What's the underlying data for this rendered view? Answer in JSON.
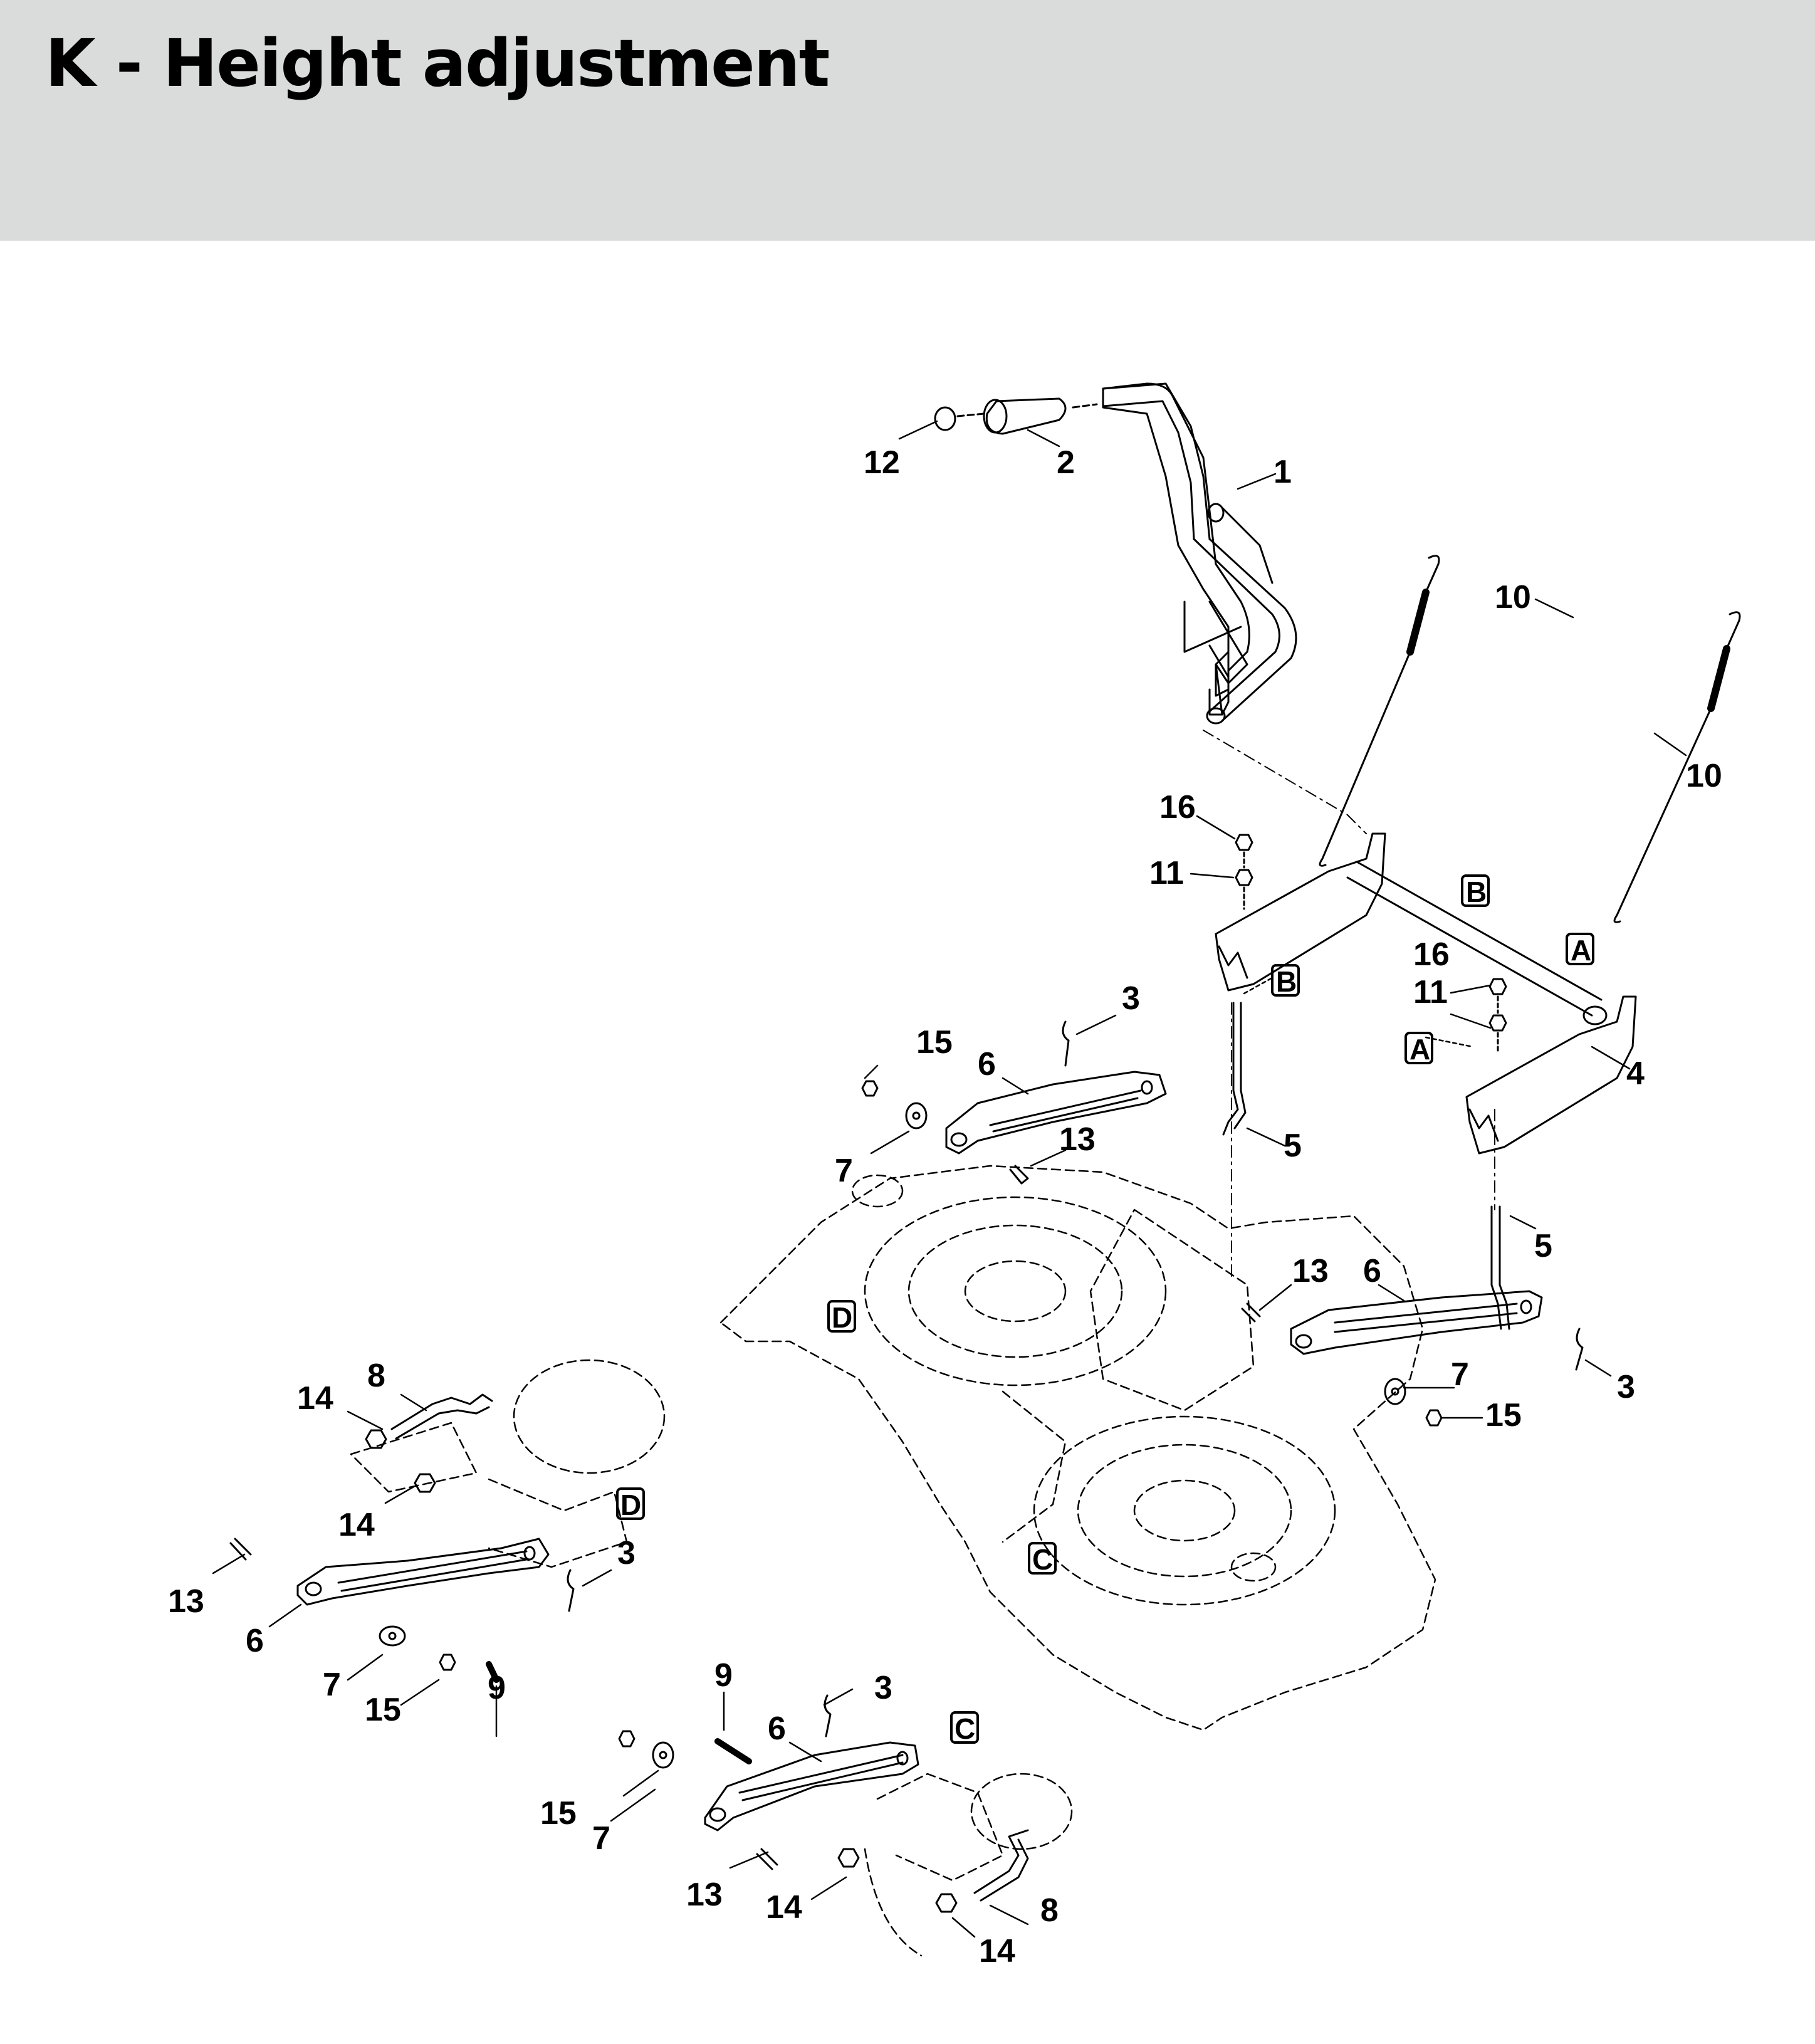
{
  "header": {
    "title": "K - Height adjustment"
  },
  "diagram": {
    "callouts": {
      "c1": "1",
      "c2": "2",
      "c12": "12",
      "c10a": "10",
      "c10b": "10",
      "c16a": "16",
      "c11a": "11",
      "c16b": "16",
      "c11b": "11",
      "c4": "4",
      "c3a": "3",
      "c15a": "15",
      "c6a": "6",
      "c7a": "7",
      "c13a": "13",
      "c5a": "5",
      "c5b": "5",
      "c13b": "13",
      "c6b": "6",
      "c3b": "3",
      "c7b": "7",
      "c15b": "15",
      "c8a": "8",
      "c14a": "14",
      "c14b": "14",
      "c3c": "3",
      "c13c": "13",
      "c6c": "6",
      "c7c": "7",
      "c15c": "15",
      "c9a": "9",
      "c9b": "9",
      "c3d": "3",
      "c6d": "6",
      "c15d": "15",
      "c7d": "7",
      "c13d": "13",
      "c14c": "14",
      "c8b": "8",
      "c14d": "14"
    },
    "refs": {
      "rB1": "B",
      "rA1": "A",
      "rB2": "B",
      "rA2": "A",
      "rD1": "D",
      "rC1": "C",
      "rD2": "D",
      "rC2": "C"
    }
  }
}
